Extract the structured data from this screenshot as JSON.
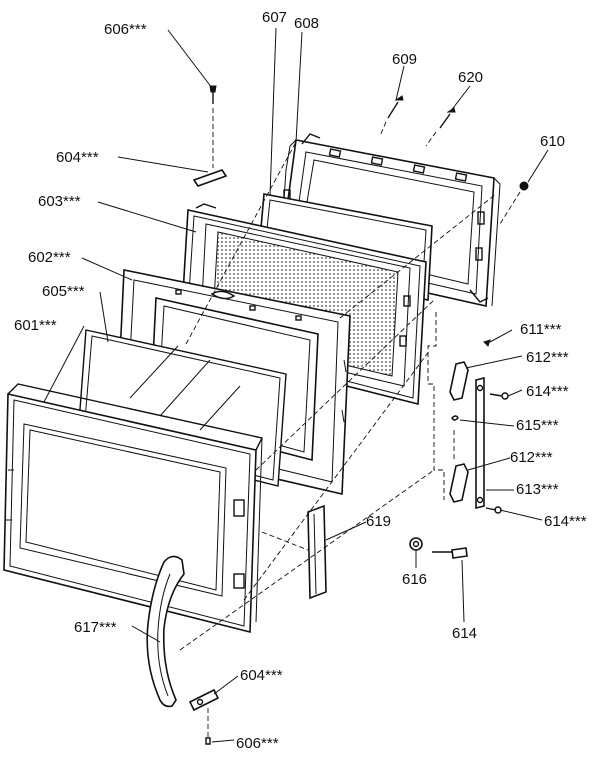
{
  "labels": {
    "l606_top": "606***",
    "l604_top": "604***",
    "l603": "603***",
    "l602": "602***",
    "l605": "605***",
    "l601": "601***",
    "l607": "607",
    "l608": "608",
    "l609": "609",
    "l620": "620",
    "l610": "610",
    "l611": "611***",
    "l612_a": "612***",
    "l614_a": "614***",
    "l615": "615***",
    "l612_b": "612***",
    "l613": "613***",
    "l614_b": "614***",
    "l619": "619",
    "l616": "616",
    "l614_c": "614",
    "l617": "617***",
    "l604_bottom": "604***",
    "l606_bottom": "606***"
  }
}
